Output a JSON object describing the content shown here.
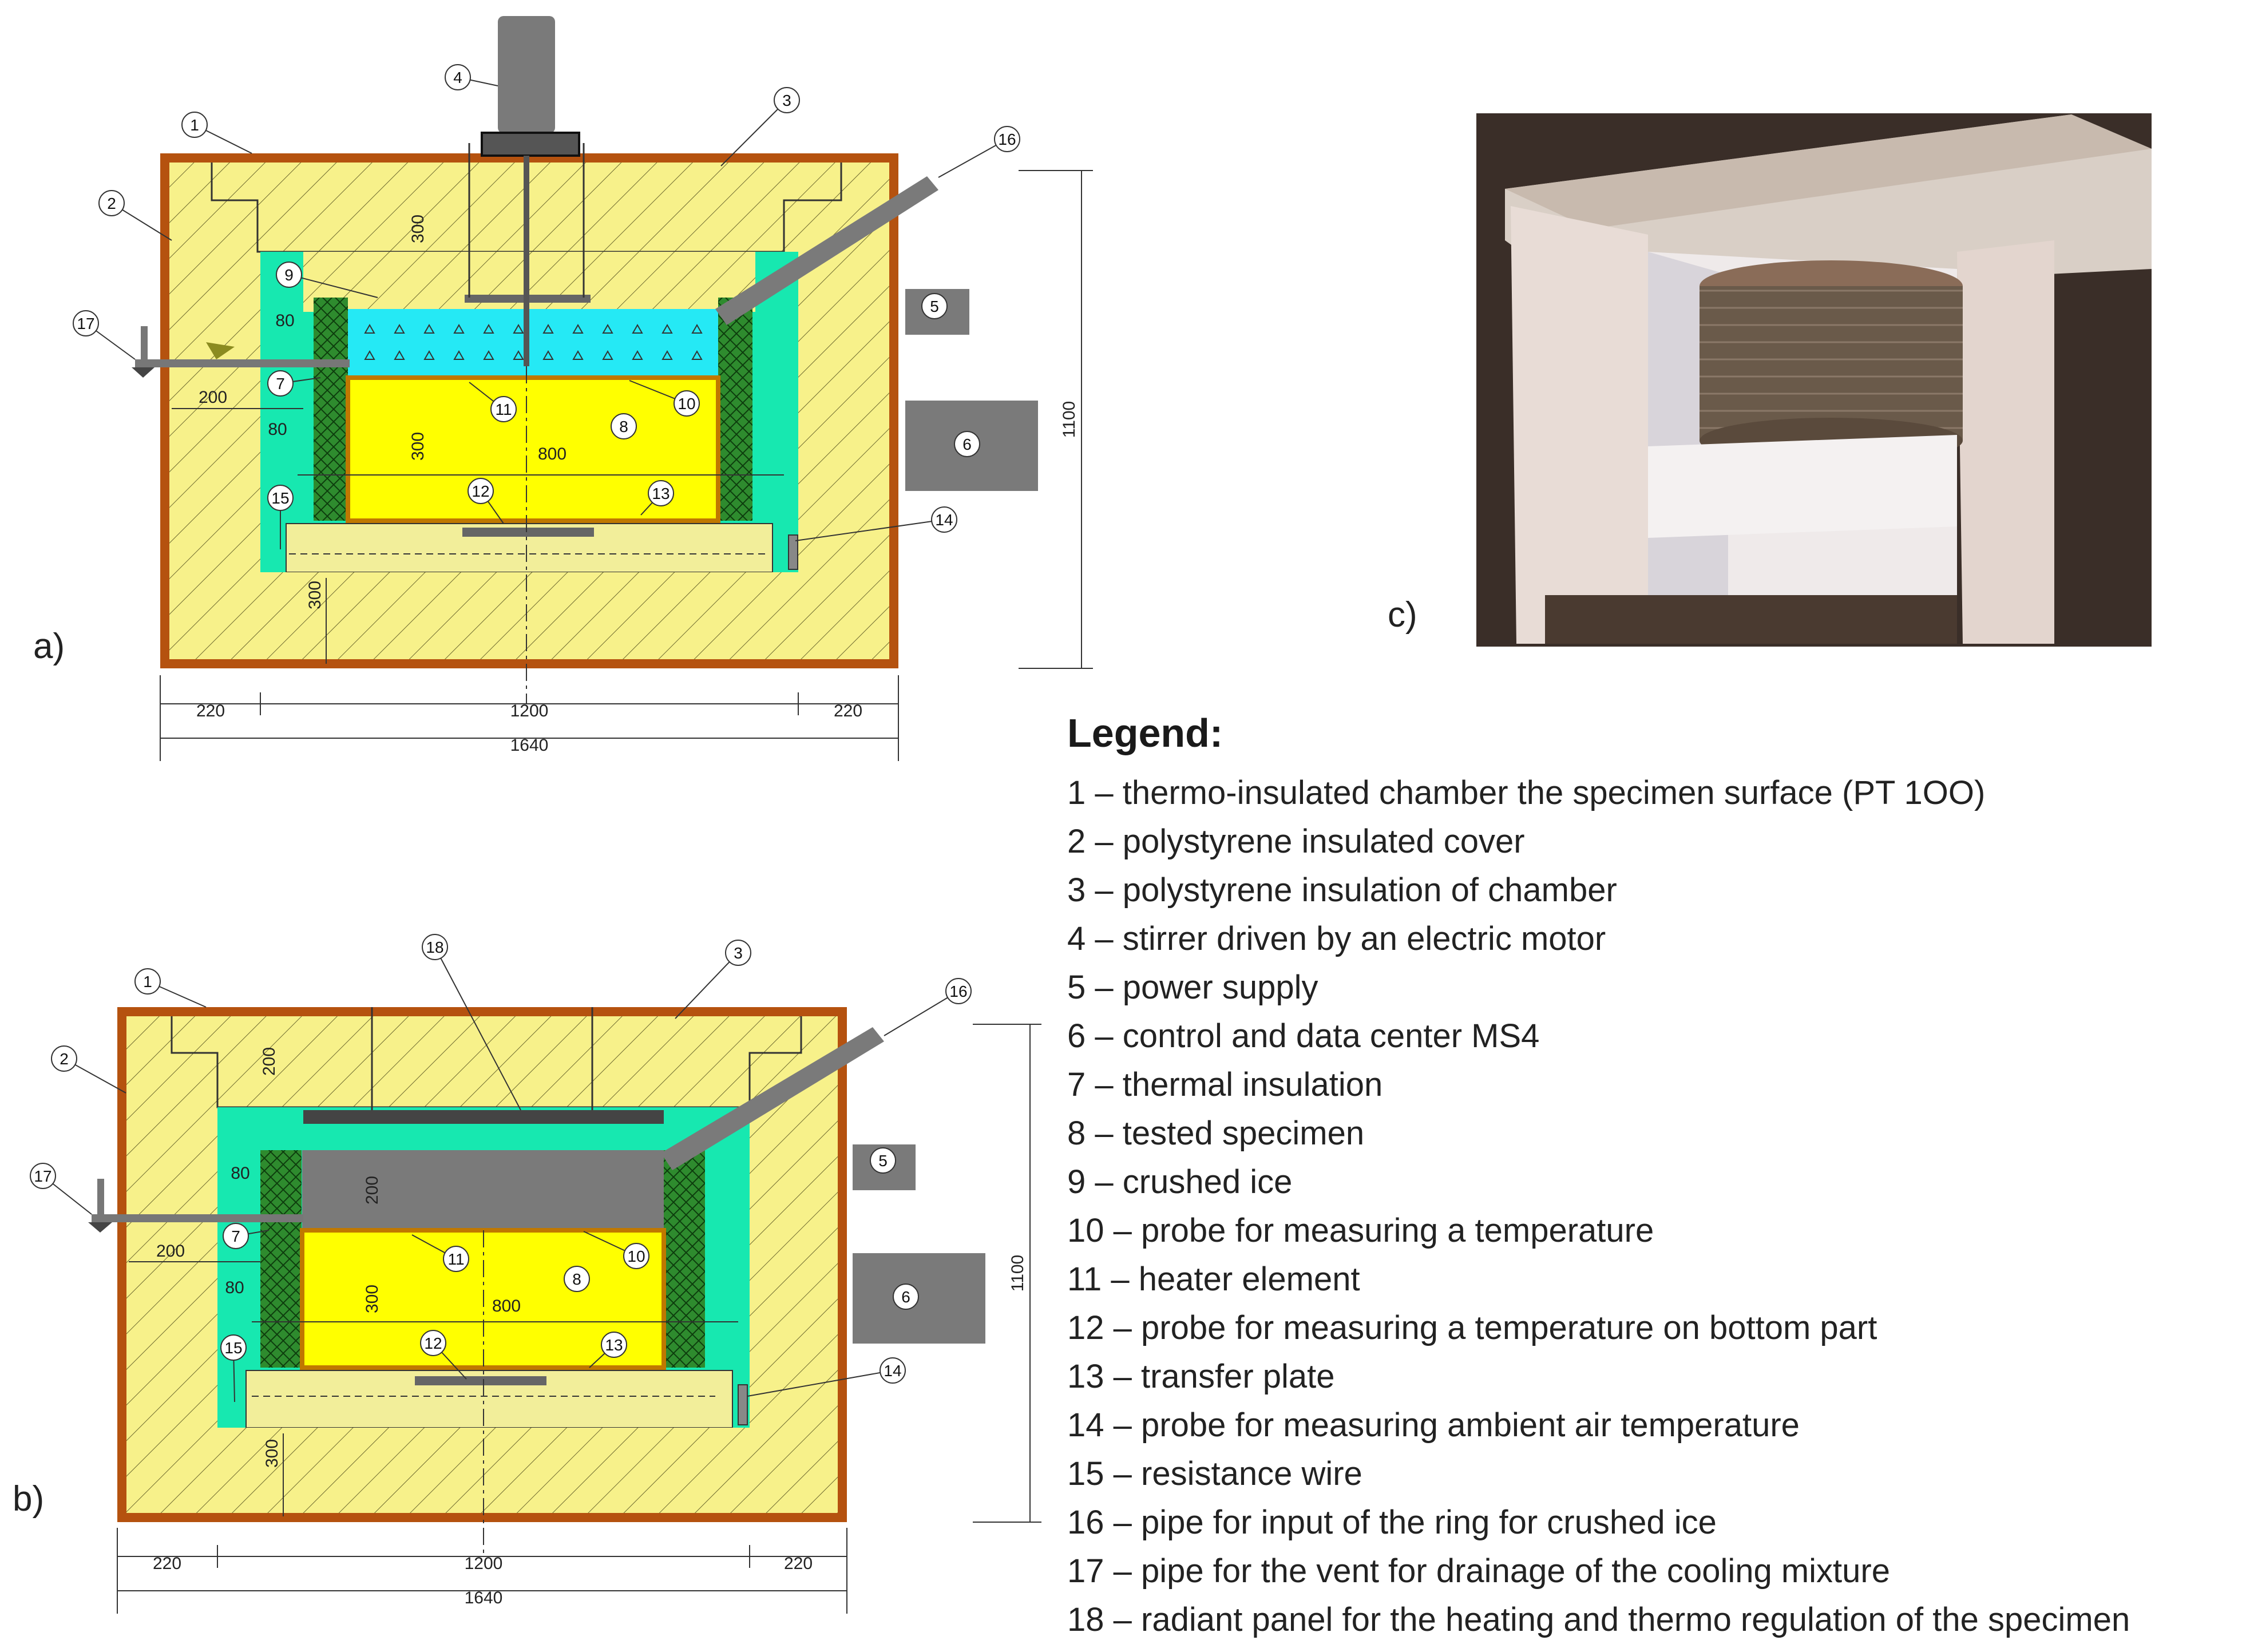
{
  "panels": {
    "a": "a)",
    "b": "b)",
    "c": "c)"
  },
  "dimensions": {
    "cell_220": "220",
    "cell_1200": "1200",
    "total_1640": "1640",
    "height_1100": "1100",
    "top_300": "300",
    "top_200": "200",
    "ice_80": "80",
    "ins_80": "80",
    "left_200": "200",
    "spec_300": "300",
    "spec_800": "800",
    "base_300": "300",
    "panel_200": "200"
  },
  "callouts": [
    "1",
    "2",
    "3",
    "4",
    "5",
    "6",
    "7",
    "8",
    "9",
    "10",
    "11",
    "12",
    "13",
    "14",
    "15",
    "16",
    "17",
    "18"
  ],
  "colors": {
    "outer_shell": "#b5520f",
    "polystyrene": "#f7f18a",
    "insulation_teal": "#17e8b0",
    "specimen": "#ffff00",
    "crushed_ice": "#25e9f5",
    "green_insulation": "#2e8b2e",
    "grey": "#7a7a7a",
    "plate_orange": "#e8a020"
  },
  "legend": {
    "title": "Legend:",
    "items": [
      "1 – thermo-insulated chamber the specimen surface (PT 1OO)",
      "2 – polystyrene insulated cover",
      "3 – polystyrene insulation of chamber",
      "4 – stirrer driven by an electric motor",
      "5 – power supply",
      "6 – control and data center MS4",
      "7 – thermal insulation",
      "8 – tested specimen",
      "9 – crushed ice",
      "10 – probe for measuring a temperature",
      "11 – heater element",
      "12 – probe for measuring a temperature on bottom part",
      "13 – transfer plate",
      "14 – probe for measuring ambient air temperature",
      "15 – resistance wire",
      "16 – pipe for input of the ring for crushed ice",
      "17 – pipe for the vent for drainage of the cooling mixture",
      "18 – radiant panel for the heating and thermo regulation of the specimen"
    ]
  },
  "photo": {
    "semantic": "photo of wooden thermo-insulated chamber with ring specimen inside"
  }
}
